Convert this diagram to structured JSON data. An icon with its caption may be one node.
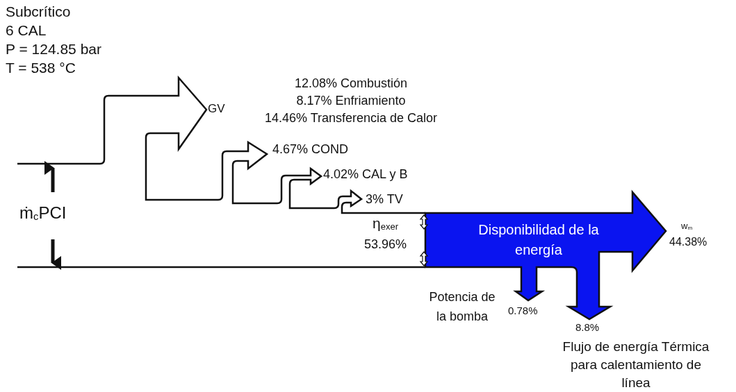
{
  "diagram": {
    "labels": [
      "Subcrítico",
      "6 CAL",
      "P = 124.85 bar",
      "T = 538 °C",
      "GV",
      "12.08% Combustión",
      "8.17% Enfriamiento",
      "14.46% Transferencia de Calor",
      "4.67% COND",
      "4.02% CAL y B",
      "3% TV",
      "ṁ$_{c}$PCI",
      "η$_{exer}$",
      "53.96%",
      "Disponibilidad de la energía",
      "w$_{m}$",
      "44.38%",
      "Potencia de la bomba",
      "0.78%",
      "8.8%",
      "Flujo de energía Térmica para calentamiento de línea"
    ]
  }
}
